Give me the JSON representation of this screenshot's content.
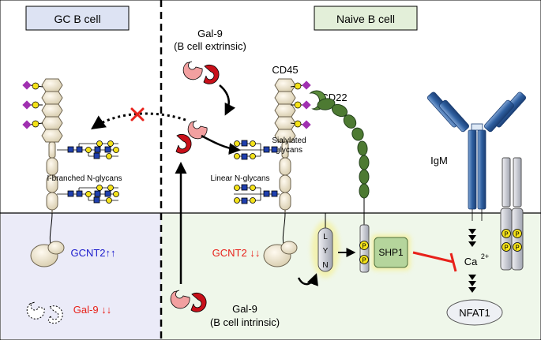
{
  "panels": {
    "left_header": "GC B cell",
    "right_header": "Naive B cell"
  },
  "labels": {
    "gal9_extrinsic_line1": "Gal-9",
    "gal9_extrinsic_line2": "(B cell extrinsic)",
    "cd45": "CD45",
    "cd22": "CD22",
    "sialylated_line1": "Sialylated",
    "sialylated_line2": "glycans",
    "linear_nglycans": "Linear N-glycans",
    "ibranched_nglycans": "I-branched N-glycans",
    "igm": "IgM",
    "gcnt2_up": "GCNT2↑↑",
    "gal9_down": "Gal-9 ↓↓",
    "gcnt2_down": "GCNT2 ↓↓",
    "gal9_intrinsic_line1": "Gal-9",
    "gal9_intrinsic_line2": "(B cell intrinsic)",
    "lyn_l": "L",
    "lyn_y": "Y",
    "lyn_n": "N",
    "shp1": "SHP1",
    "phospho": "P",
    "ca": "Ca",
    "ca_sup": "2+",
    "nfat1": "NFAT1"
  },
  "colors": {
    "left_header_bg": "#dde3f3",
    "right_header_bg": "#e3efd9",
    "left_membrane_bg": "#ebebf8",
    "right_membrane_bg": "#eff7ea",
    "gcnt2_up_color": "#1a1acc",
    "gal9_down_color": "#e8211a",
    "gcnt2_down_color": "#e8211a",
    "inhibit_red": "#e8211a",
    "galectin_light": "#f2a0a0",
    "galectin_dark": "#c8101a",
    "cd22_green": "#3a6a24",
    "igm_blue": "#2e5fa0",
    "glycan_blue": "#1f3fae",
    "glycan_yellow": "#f4e21a",
    "sialic_purple": "#a030b0",
    "shp1_green": "#b5d59c",
    "phospho_yellow": "#f4e21a"
  }
}
